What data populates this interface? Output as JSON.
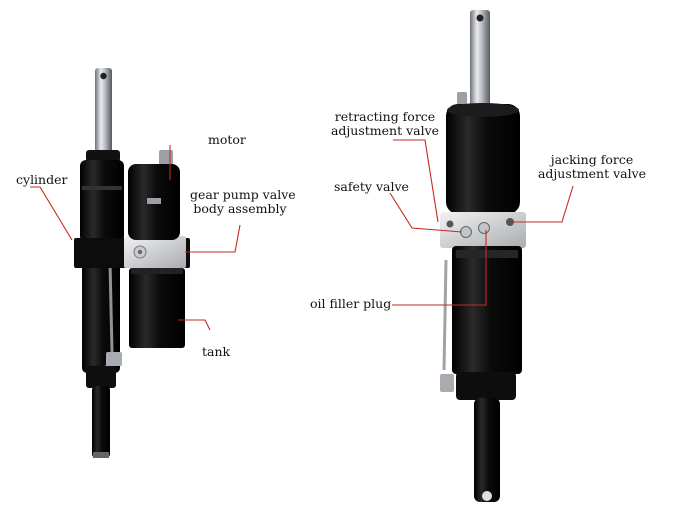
{
  "labels": {
    "motor": "motor",
    "cylinder": "cylinder",
    "gear_pump_line1": "gear pump valve",
    "gear_pump_line2": "body assembly",
    "tank": "tank",
    "retracting_line1": "retracting force",
    "retracting_line2": "adjustment valve",
    "jacking_line1": "jacking force",
    "jacking_line2": "adjustment valve",
    "safety_valve": "safety valve",
    "oil_filler_plug": "oil filler plug"
  },
  "colors": {
    "background": "#ffffff",
    "leader_line": "#c8281e",
    "body_black": "#0d0d0d",
    "steel": "#b9bcc0",
    "valve_block": "#d9dadc"
  }
}
